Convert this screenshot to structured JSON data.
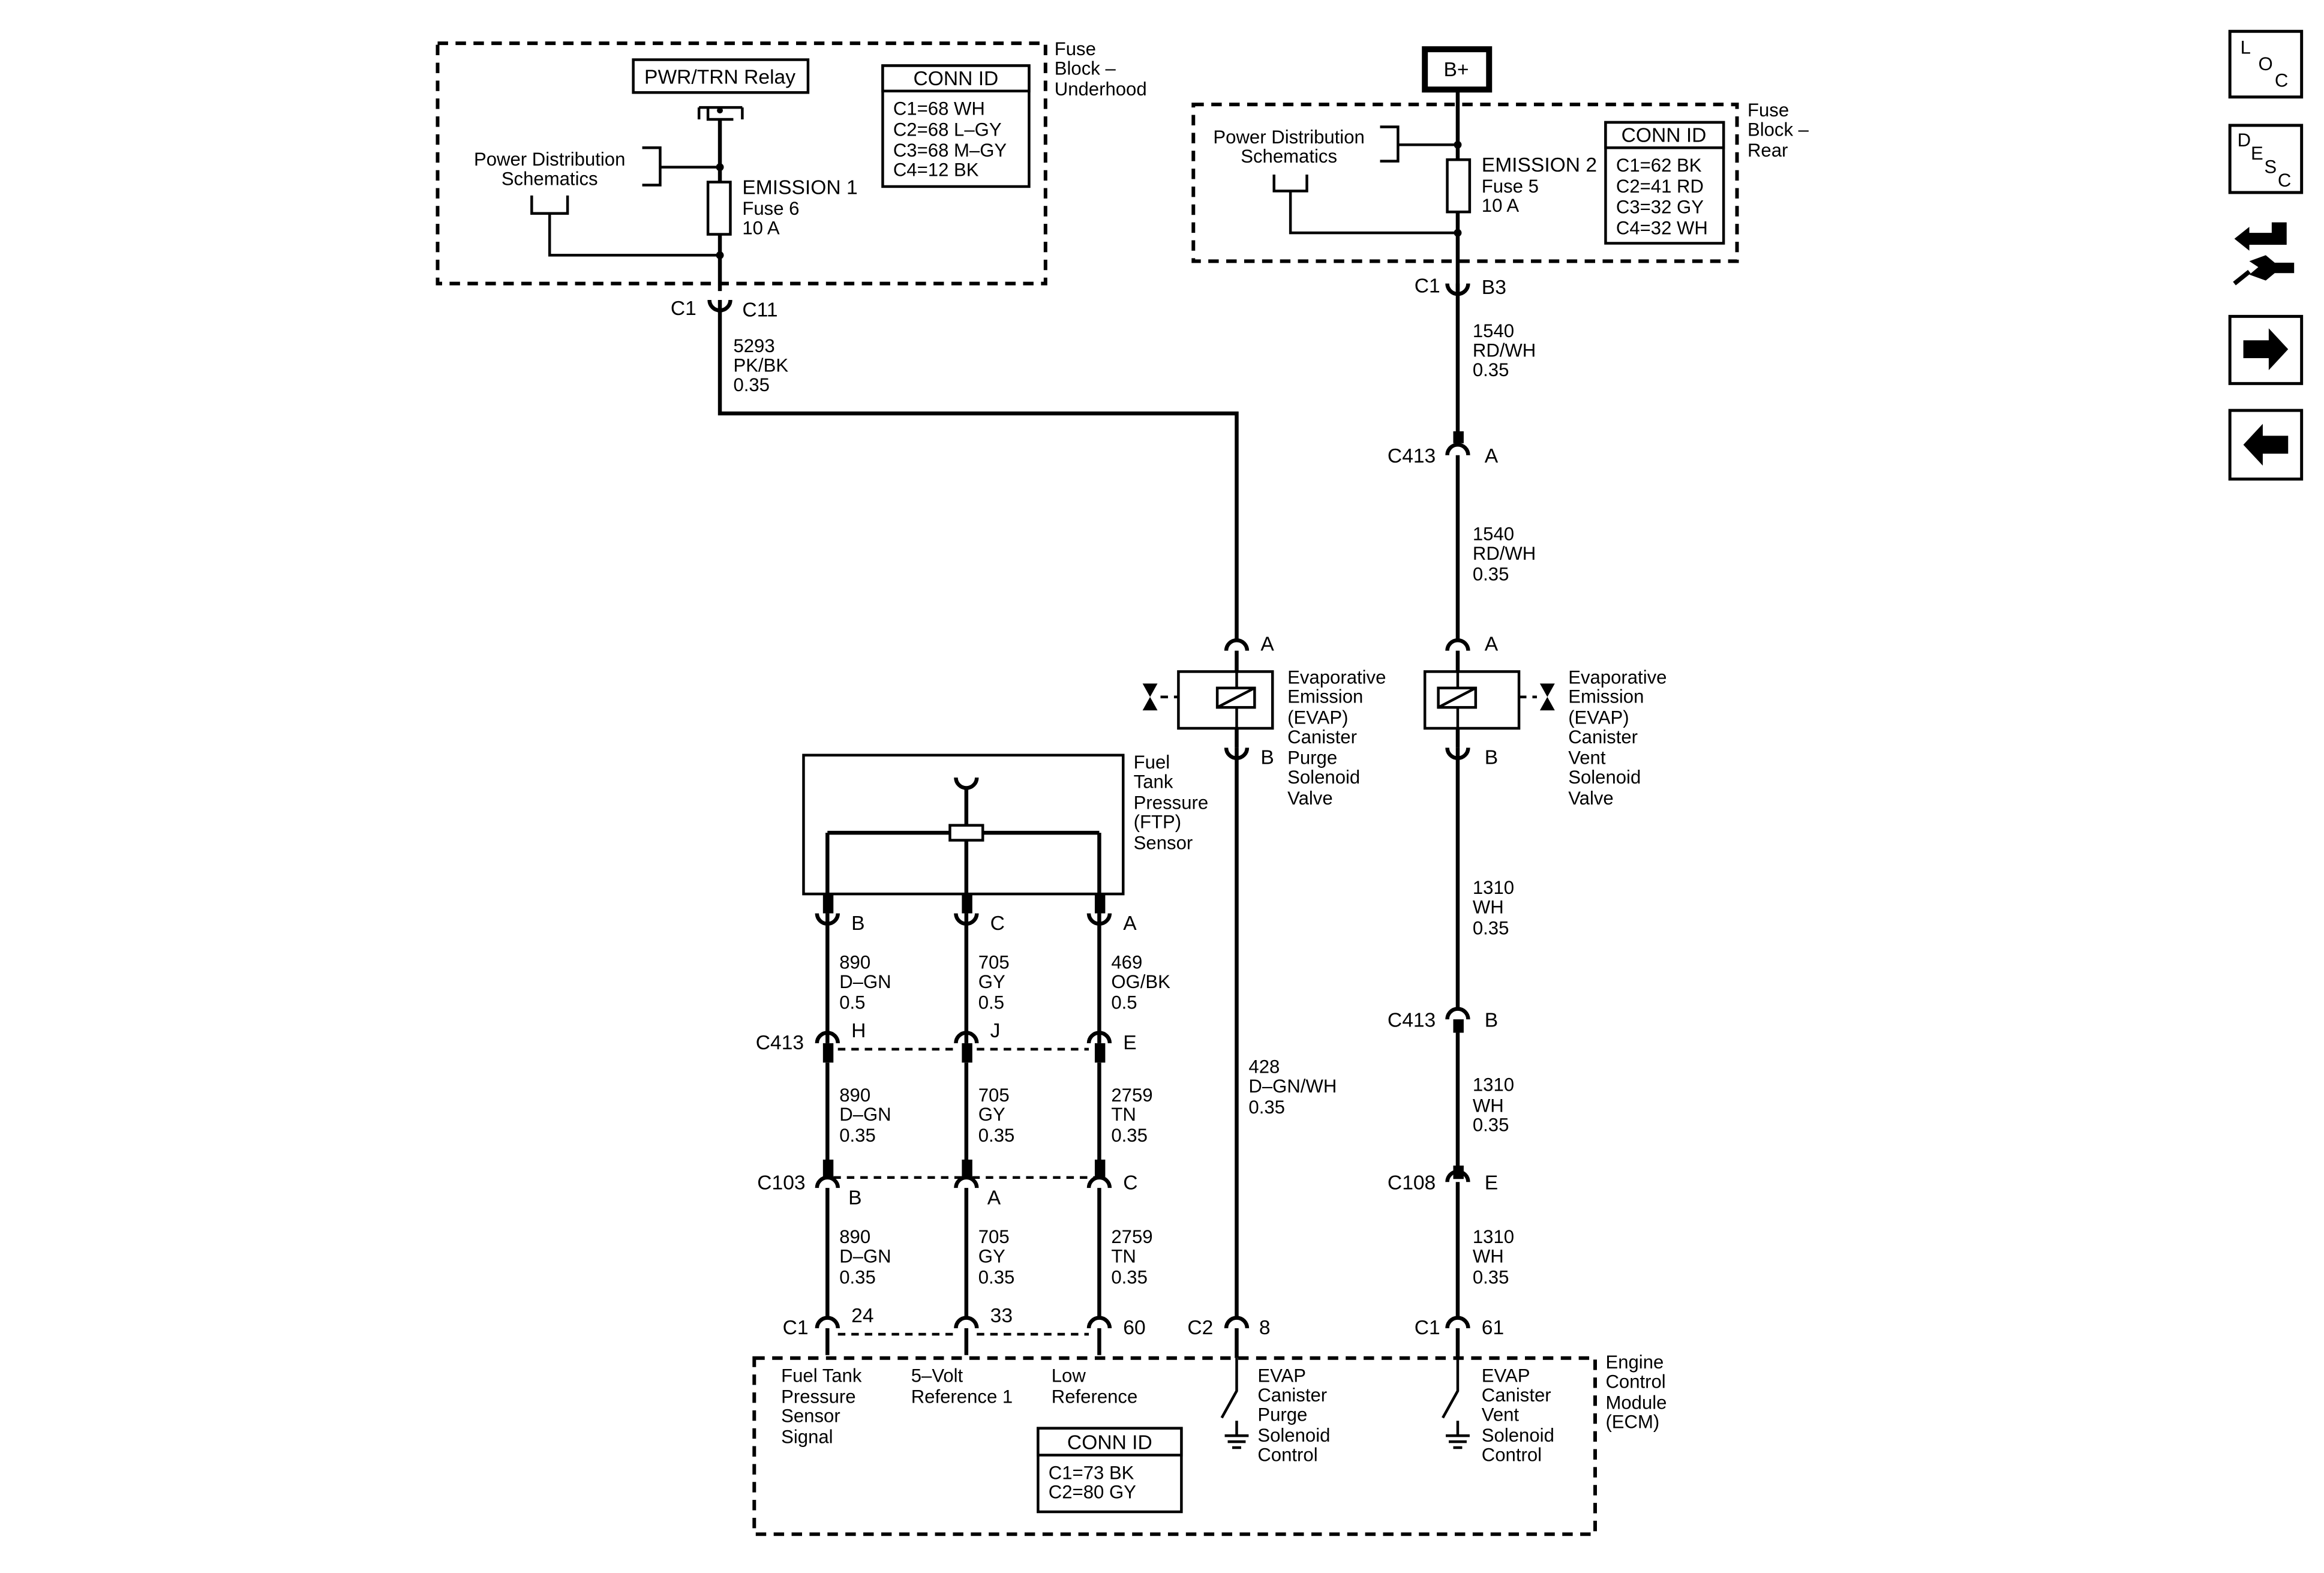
{
  "fuse_block_underhood": {
    "title": [
      "Fuse",
      "Block –",
      "Underhood"
    ],
    "relay_label": "PWR/TRN Relay",
    "power_dist": [
      "Power Distribution",
      "Schematics"
    ],
    "fuse": [
      "EMISSION 1",
      "Fuse 6",
      "10 A"
    ],
    "conn_id": {
      "header": "CONN ID",
      "rows": [
        "C1=68 WH",
        "C2=68 L–GY",
        "C3=68 M–GY",
        "C4=12 BK"
      ]
    }
  },
  "fuse_block_rear": {
    "title": [
      "Fuse",
      "Block –",
      "Rear"
    ],
    "battery_label": "B+",
    "power_dist": [
      "Power Distribution",
      "Schematics"
    ],
    "fuse": [
      "EMISSION 2",
      "Fuse 5",
      "10 A"
    ],
    "conn_id": {
      "header": "CONN ID",
      "rows": [
        "C1=62 BK",
        "C2=41 RD",
        "C3=32 GY",
        "C4=32 WH"
      ]
    }
  },
  "connectors": {
    "left_c1": "C1",
    "left_c11": "C11",
    "right_c1": "C1",
    "right_b3": "B3",
    "c413_top": "C413",
    "c413_top_pin": "A",
    "purge_pin_a": "A",
    "purge_pin_b": "B",
    "vent_pin_a": "A",
    "vent_pin_b": "B",
    "c413_mid": "C413",
    "c413_mid_pin": "B",
    "c108": "C108",
    "c108_pin": "E",
    "ftp_pin_b": "B",
    "ftp_pin_c": "C",
    "ftp_pin_a": "A",
    "c413_ftp": "C413",
    "c413_h": "H",
    "c413_j": "J",
    "c413_e": "E",
    "c103": "C103",
    "c103_b": "B",
    "c103_a": "A",
    "c103_c": "C",
    "ecm_c1_left": "C1",
    "ecm_24": "24",
    "ecm_33": "33",
    "ecm_60": "60",
    "ecm_c2": "C2",
    "ecm_8": "8",
    "ecm_c1_right": "C1",
    "ecm_61": "61"
  },
  "wires": {
    "w5293": [
      "5293",
      "PK/BK",
      "0.35"
    ],
    "w1540_a": [
      "1540",
      "RD/WH",
      "0.35"
    ],
    "w1540_b": [
      "1540",
      "RD/WH",
      "0.35"
    ],
    "w1310_a": [
      "1310",
      "WH",
      "0.35"
    ],
    "w1310_b": [
      "1310",
      "WH",
      "0.35"
    ],
    "w1310_c": [
      "1310",
      "WH",
      "0.35"
    ],
    "w428": [
      "428",
      "D–GN/WH",
      "0.35"
    ],
    "w890_a": [
      "890",
      "D–GN",
      "0.5"
    ],
    "w705_a": [
      "705",
      "GY",
      "0.5"
    ],
    "w469": [
      "469",
      "OG/BK",
      "0.5"
    ],
    "w890_b": [
      "890",
      "D–GN",
      "0.35"
    ],
    "w705_b": [
      "705",
      "GY",
      "0.35"
    ],
    "w2759_a": [
      "2759",
      "TN",
      "0.35"
    ],
    "w890_c": [
      "890",
      "D–GN",
      "0.35"
    ],
    "w705_c": [
      "705",
      "GY",
      "0.35"
    ],
    "w2759_b": [
      "2759",
      "TN",
      "0.35"
    ]
  },
  "components": {
    "purge_valve": [
      "Evaporative",
      "Emission",
      "(EVAP)",
      "Canister",
      "Purge",
      "Solenoid",
      "Valve"
    ],
    "vent_valve": [
      "Evaporative",
      "Emission",
      "(EVAP)",
      "Canister",
      "Vent",
      "Solenoid",
      "Valve"
    ],
    "ftp_sensor": [
      "Fuel",
      "Tank",
      "Pressure",
      "(FTP)",
      "Sensor"
    ]
  },
  "ecm": {
    "title": [
      "Engine",
      "Control",
      "Module",
      "(ECM)"
    ],
    "sig_ftp": [
      "Fuel Tank",
      "Pressure",
      "Sensor",
      "Signal"
    ],
    "sig_5v": [
      "5–Volt",
      "Reference 1"
    ],
    "sig_low": [
      "Low",
      "Reference"
    ],
    "sig_purge": [
      "EVAP",
      "Canister",
      "Purge",
      "Solenoid",
      "Control"
    ],
    "sig_vent": [
      "EVAP",
      "Canister",
      "Vent",
      "Solenoid",
      "Control"
    ],
    "conn_id": {
      "header": "CONN ID",
      "rows": [
        "C1=73 BK",
        "C2=80 GY"
      ]
    }
  },
  "nav": {
    "loc": [
      "L",
      "O",
      "C"
    ],
    "desc": [
      "D",
      "E",
      "S",
      "C"
    ],
    "icon_names": [
      "location-icon",
      "description-icon",
      "connector-swap-icon",
      "forward-arrow-icon",
      "back-arrow-icon"
    ]
  }
}
